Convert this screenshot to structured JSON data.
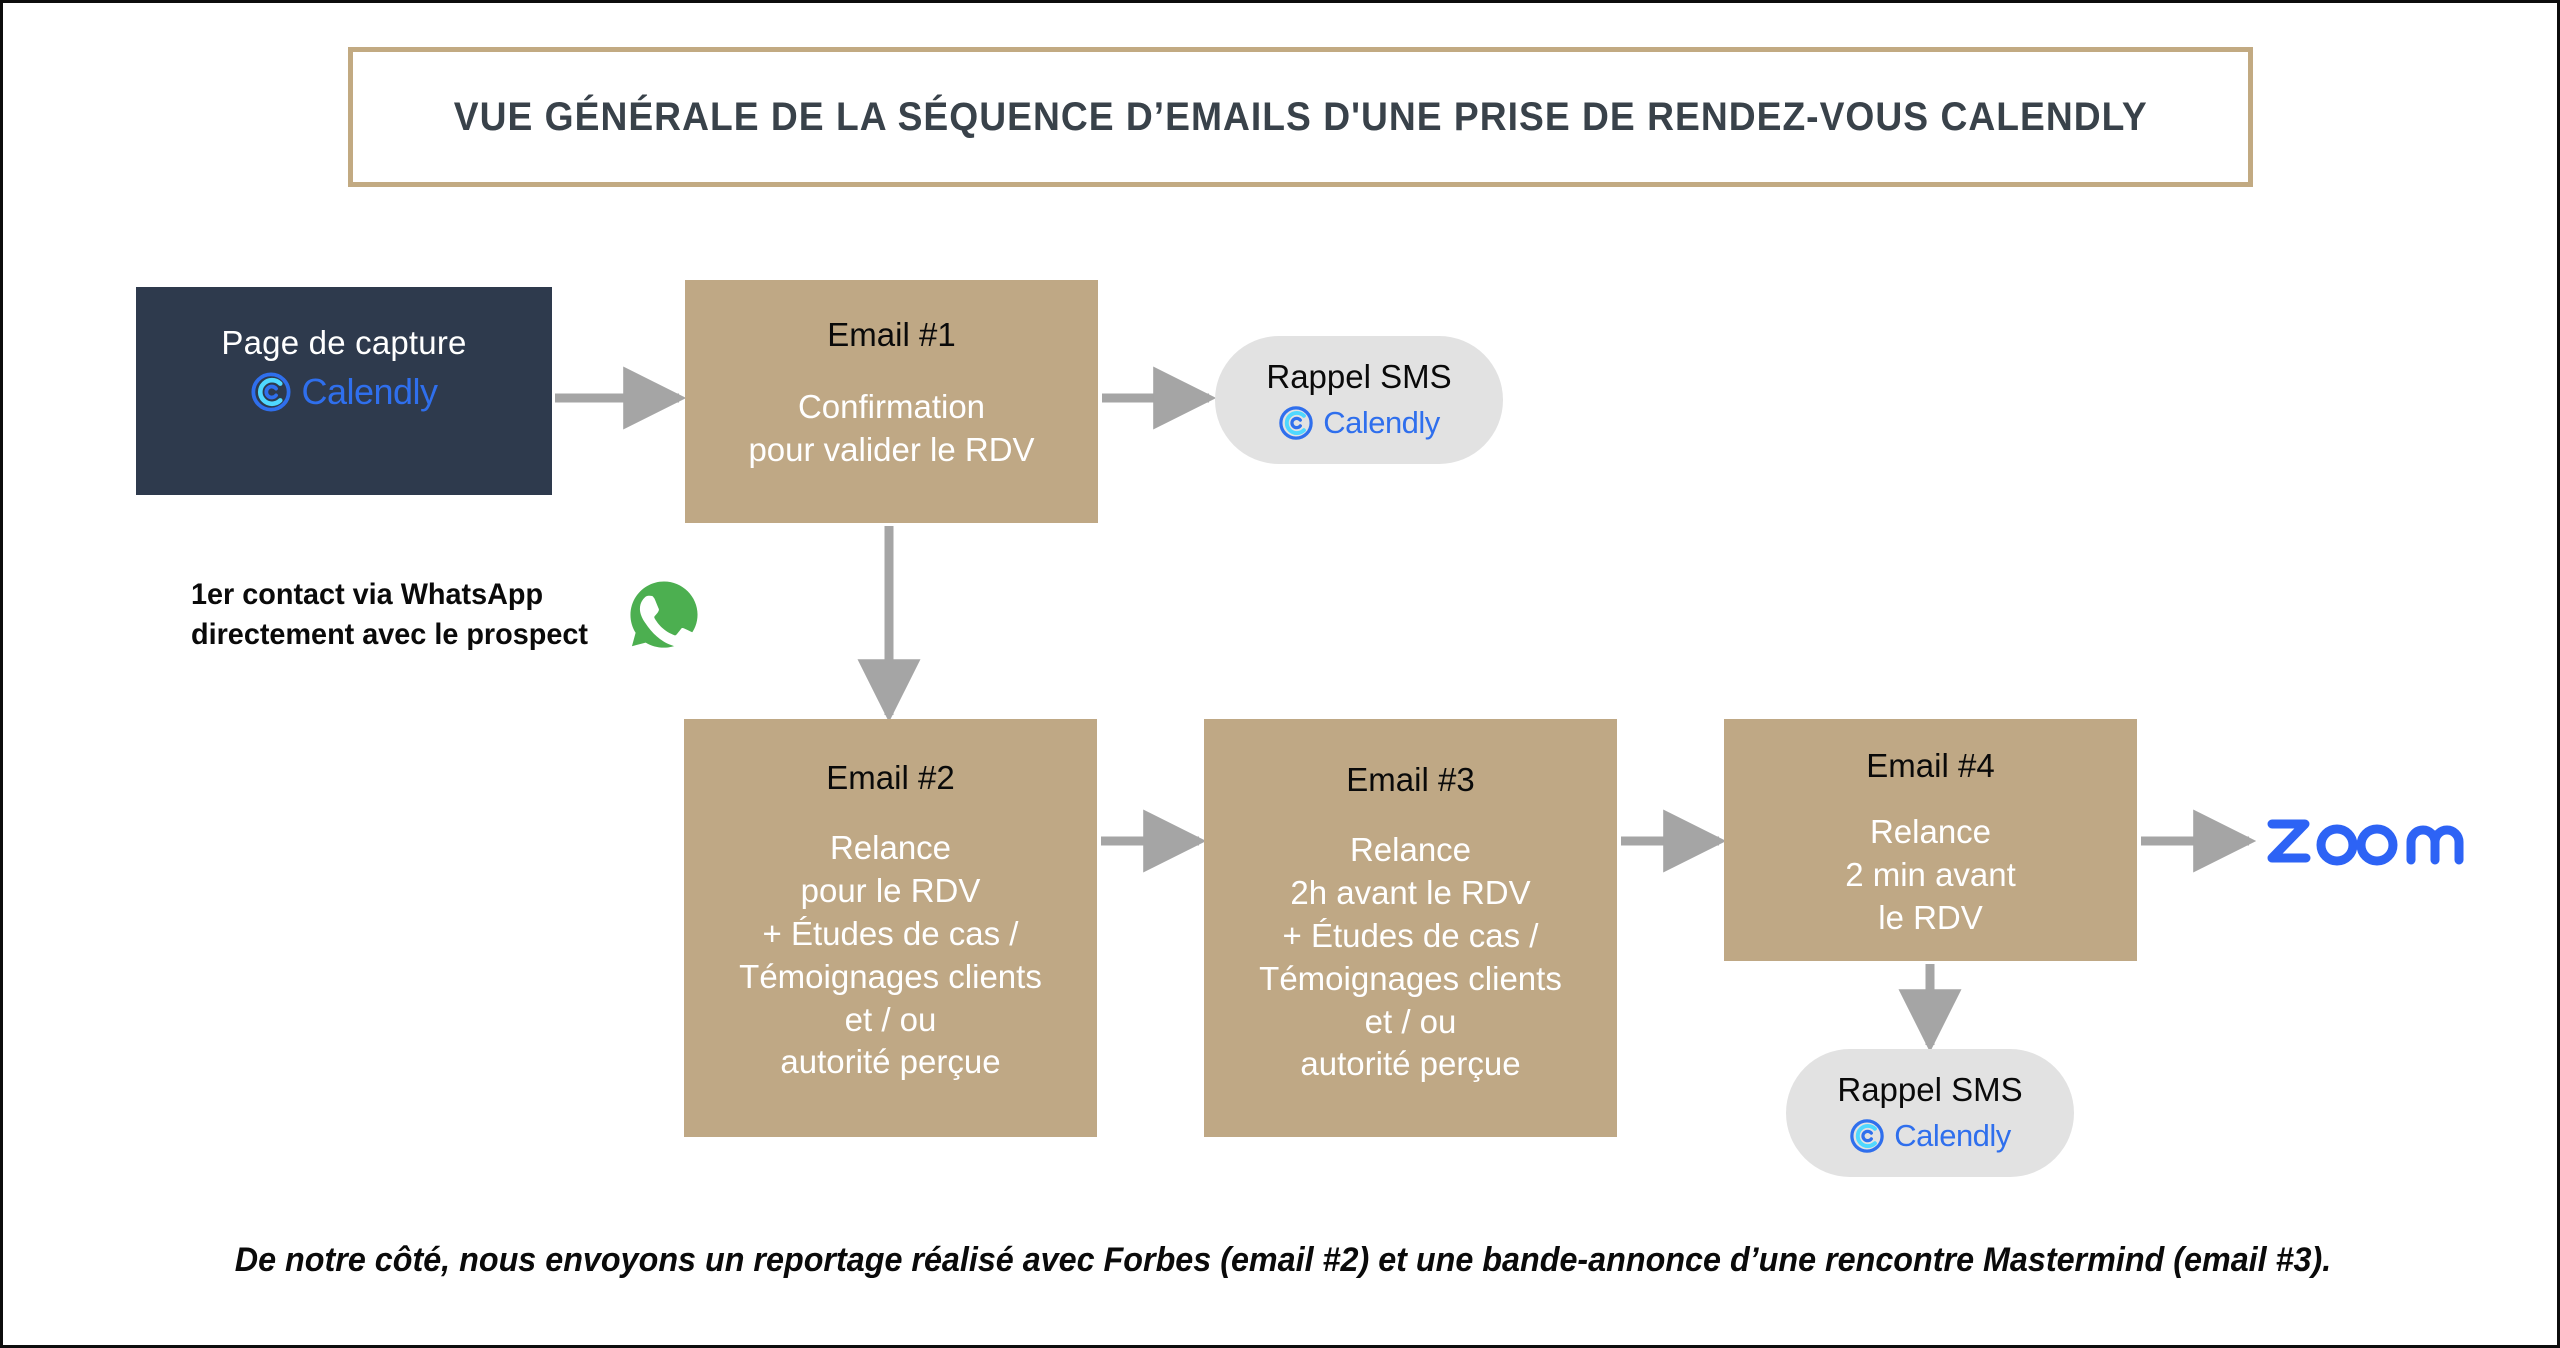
{
  "title": {
    "text": "VUE GÉNÉRALE DE LA SÉQUENCE D’EMAILS D'UNE PRISE DE RENDEZ-VOUS CALENDLY"
  },
  "nodes": {
    "capture": {
      "label": "Page de capture",
      "logo": "calendly-logo",
      "logo_text": "Calendly"
    },
    "email1": {
      "title": "Email #1",
      "body": "Confirmation\npour valider le RDV"
    },
    "email2": {
      "title": "Email #2",
      "body": "Relance\npour le RDV\n+ Études de cas /\nTémoignages clients\net / ou\nautorité perçue"
    },
    "email3": {
      "title": "Email #3",
      "body": "Relance\n2h avant le RDV\n+ Études de cas /\nTémoignages clients\net / ou\nautorité perçue"
    },
    "email4": {
      "title": "Email #4",
      "body": "Relance\n2 min avant\nle RDV"
    },
    "sms1": {
      "title": "Rappel SMS",
      "logo_text": "Calendly"
    },
    "sms2": {
      "title": "Rappel SMS",
      "logo_text": "Calendly"
    },
    "zoom": {
      "logo_text": "zoom"
    }
  },
  "annotations": {
    "whatsapp_note": "1er contact via WhatsApp\ndirectement avec le prospect",
    "whatsapp_icon": "whatsapp-icon",
    "footer": "De notre côté, nous envoyons un reportage réalisé avec Forbes (email #2) et une bande-annonce d’une rencontre Mastermind (email #3)."
  },
  "colors": {
    "email_box": "#bfa885",
    "capture_box": "#2e3a4d",
    "sms_pill": "#e2e2e2",
    "arrow": "#a5a5a5",
    "calendly_blue": "#2f6fed",
    "zoom_blue": "#2d63f5",
    "whatsapp_green": "#4caf50",
    "title_border": "#c2aa82",
    "title_text": "#39424a"
  }
}
